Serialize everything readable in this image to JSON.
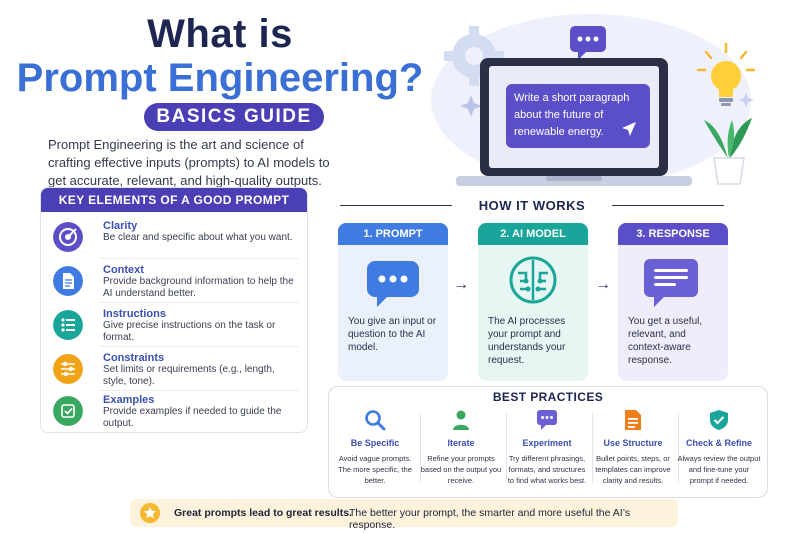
{
  "title": {
    "line1": "What is",
    "line2": "Prompt Engineering?",
    "badge": "BASICS GUIDE"
  },
  "intro": "Prompt Engineering is the art and science of crafting effective inputs (prompts) to AI models to get accurate, relevant, and high-quality outputs.",
  "key_elements": {
    "header": "KEY ELEMENTS OF A GOOD PROMPT",
    "items": [
      {
        "title": "Clarity",
        "desc": "Be clear and specific about what you want.",
        "icon": "target-icon",
        "color": "#5b4fc9"
      },
      {
        "title": "Context",
        "desc": "Provide background information to help the AI understand better.",
        "icon": "document-icon",
        "color": "#3f7be0"
      },
      {
        "title": "Instructions",
        "desc": "Give precise instructions on the task or format.",
        "icon": "checklist-icon",
        "color": "#1aa59a"
      },
      {
        "title": "Constraints",
        "desc": "Set limits or requirements (e.g., length, style, tone).",
        "icon": "sliders-icon",
        "color": "#f0a316"
      },
      {
        "title": "Examples",
        "desc": "Provide examples if needed to guide the output.",
        "icon": "example-icon",
        "color": "#3aa760"
      }
    ]
  },
  "laptop_prompt": "Write a short paragraph about the future of renewable energy.",
  "how_it_works": {
    "title": "HOW IT WORKS",
    "steps": [
      {
        "label": "1. PROMPT",
        "text": "You give an input or question to the AI model.",
        "color": "#3f7be0",
        "bg": "#eaf1fd",
        "icon": "chat-bubble-icon"
      },
      {
        "label": "2. AI MODEL",
        "text": "The AI processes your prompt and understands your request.",
        "color": "#1aa59a",
        "bg": "#e6f6f3",
        "icon": "brain-icon"
      },
      {
        "label": "3. RESPONSE",
        "text": "You get a useful, relevant, and context-aware response.",
        "color": "#5b4fc9",
        "bg": "#efedfb",
        "icon": "response-icon"
      }
    ],
    "arrow": "→"
  },
  "best_practices": {
    "title": "BEST PRACTICES",
    "items": [
      {
        "name": "Be Specific",
        "desc": "Avoid vague prompts. The more specific, the better.",
        "icon": "magnifier-icon",
        "color": "#3f7be0"
      },
      {
        "name": "Iterate",
        "desc": "Refine your prompts based on the output you receive.",
        "icon": "person-icon",
        "color": "#3aa760"
      },
      {
        "name": "Experiment",
        "desc": "Try different phrasings, formats, and structures to find what works best.",
        "icon": "chat-icon",
        "color": "#6b5fd6"
      },
      {
        "name": "Use Structure",
        "desc": "Bullet points, steps, or templates can improve clarity and results.",
        "icon": "list-document-icon",
        "color": "#f07e1a"
      },
      {
        "name": "Check & Refine",
        "desc": "Always review the output and fine-tune your prompt if needed.",
        "icon": "shield-check-icon",
        "color": "#1aa59a"
      }
    ]
  },
  "footer": {
    "bold": "Great prompts lead to great results.",
    "rest": "The better your prompt, the smarter and more useful the AI’s response.",
    "icon": "star-icon"
  }
}
